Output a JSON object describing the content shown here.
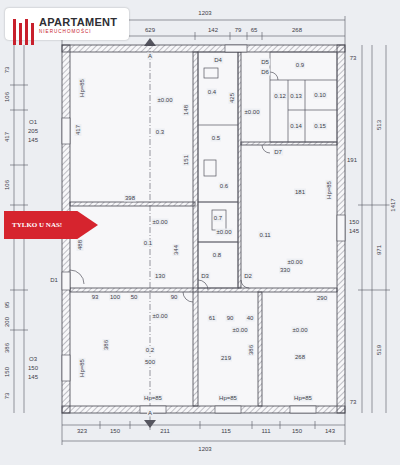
{
  "diagram": {
    "nodes": [
      {
        "text": [
          "APARTAMENT",
          "NIERUCHOMOŚCI"
        ]
      },
      {
        "text": [
          "TYLKO U NAS!"
        ]
      }
    ],
    "labels": [
      "1203",
      "629",
      "142",
      "79",
      "65",
      "268",
      "A",
      "73",
      "106",
      "417",
      "106",
      "93",
      "95",
      "200",
      "386",
      "150",
      "73",
      "O1",
      "205",
      "145",
      "O3",
      "150",
      "145",
      "D1",
      "73",
      "513",
      "1417",
      "971",
      "519",
      "73",
      "150",
      "145",
      "191",
      "Hp=85",
      "Hp=85",
      "Hp=85",
      "Hp=85",
      "Hp=85",
      "Hp=85",
      "417",
      "398",
      "488",
      "344",
      "151",
      "148",
      "0.3",
      "0.1",
      "0.2",
      "386",
      "500",
      "130",
      "93",
      "100",
      "50",
      "90",
      "61",
      "90",
      "40",
      "219",
      "386",
      "268",
      "330",
      "0.11",
      "290",
      "181",
      "425",
      "D2",
      "D3",
      "D4",
      "D5",
      "D6",
      "D7",
      "0.4",
      "0.5",
      "0.6",
      "0.7",
      "0.8",
      "0.9",
      "0.10",
      "0.12",
      "0.13",
      "0.14",
      "0.15",
      "±0.00",
      "±0.00",
      "±0.00",
      "±0.00",
      "±0.00",
      "±0.00",
      "±0.00",
      "±0.00",
      "323",
      "150",
      "211",
      "115",
      "111",
      "150",
      "143",
      "1203",
      "A"
    ]
  }
}
